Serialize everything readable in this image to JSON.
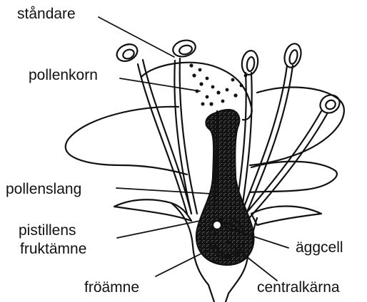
{
  "labels": {
    "standare": "ståndare",
    "pollenkorn": "pollenkorn",
    "pollenslang": "pollenslang",
    "pistillens_line1": "pistillens",
    "pistillens_line2": "fruktämne",
    "aggcell": "äggcell",
    "froamne": "fröämne",
    "centralkarna": "centralkärna"
  },
  "colors": {
    "ink": "#111111",
    "background": "#ffffff"
  }
}
